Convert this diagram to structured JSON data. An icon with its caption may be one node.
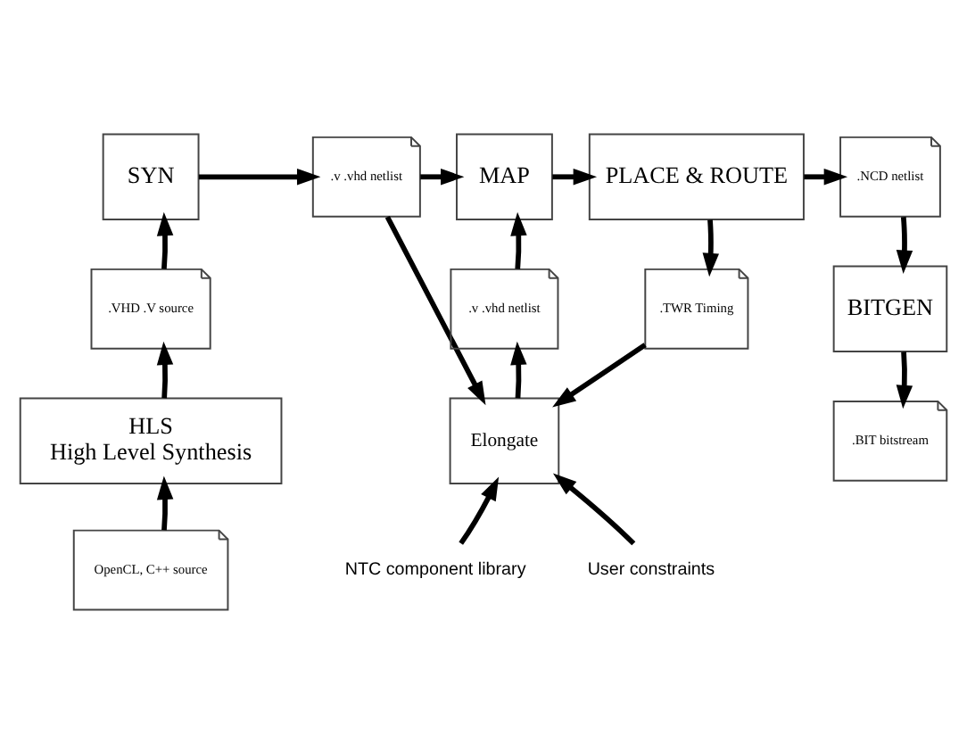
{
  "diagram": {
    "nodes": [
      {
        "text": [
          "SYN"
        ]
      },
      {
        "text": [
          ".v .vhd netlist"
        ]
      },
      {
        "text": [
          "MAP"
        ]
      },
      {
        "text": [
          "PLACE & ROUTE"
        ]
      },
      {
        "text": [
          ".NCD netlist"
        ]
      },
      {
        "text": [
          ".VHD .V source"
        ]
      },
      {
        "text": [
          ".v .vhd netlist"
        ]
      },
      {
        "text": [
          ".TWR Timing"
        ]
      },
      {
        "text": [
          "BITGEN"
        ]
      },
      {
        "text": [
          "Elongate"
        ]
      },
      {
        "text": [
          ".BIT bitstream"
        ]
      },
      {
        "text": [
          "HLS",
          "High Level Synthesis"
        ]
      },
      {
        "text": [
          "OpenCL, C++ source"
        ]
      },
      {
        "text": [
          "NTC component library"
        ]
      },
      {
        "text": [
          "User constraints"
        ]
      }
    ],
    "edges": [
      {
        "from": 0,
        "to": 1,
        "arrow": "to"
      },
      {
        "from": 1,
        "to": 2,
        "arrow": "to"
      },
      {
        "from": 2,
        "to": 3,
        "arrow": "to"
      },
      {
        "from": 3,
        "to": 4,
        "arrow": "to"
      },
      {
        "from": 5,
        "to": 0,
        "arrow": "to"
      },
      {
        "from": 1,
        "to": 9,
        "arrow": "to"
      },
      {
        "from": 6,
        "to": 2,
        "arrow": "to"
      },
      {
        "from": 3,
        "to": 7,
        "arrow": "to"
      },
      {
        "from": 4,
        "to": 8,
        "arrow": "to"
      },
      {
        "from": 9,
        "to": 6,
        "arrow": "to"
      },
      {
        "from": 7,
        "to": 9,
        "arrow": "to"
      },
      {
        "from": 8,
        "to": 10,
        "arrow": "to"
      },
      {
        "from": 11,
        "to": 5,
        "arrow": "to"
      },
      {
        "from": 14,
        "to": 9,
        "arrow": "to"
      },
      {
        "from": 13,
        "to": 9,
        "arrow": "to"
      },
      {
        "from": 12,
        "to": 11,
        "arrow": "to"
      }
    ]
  }
}
